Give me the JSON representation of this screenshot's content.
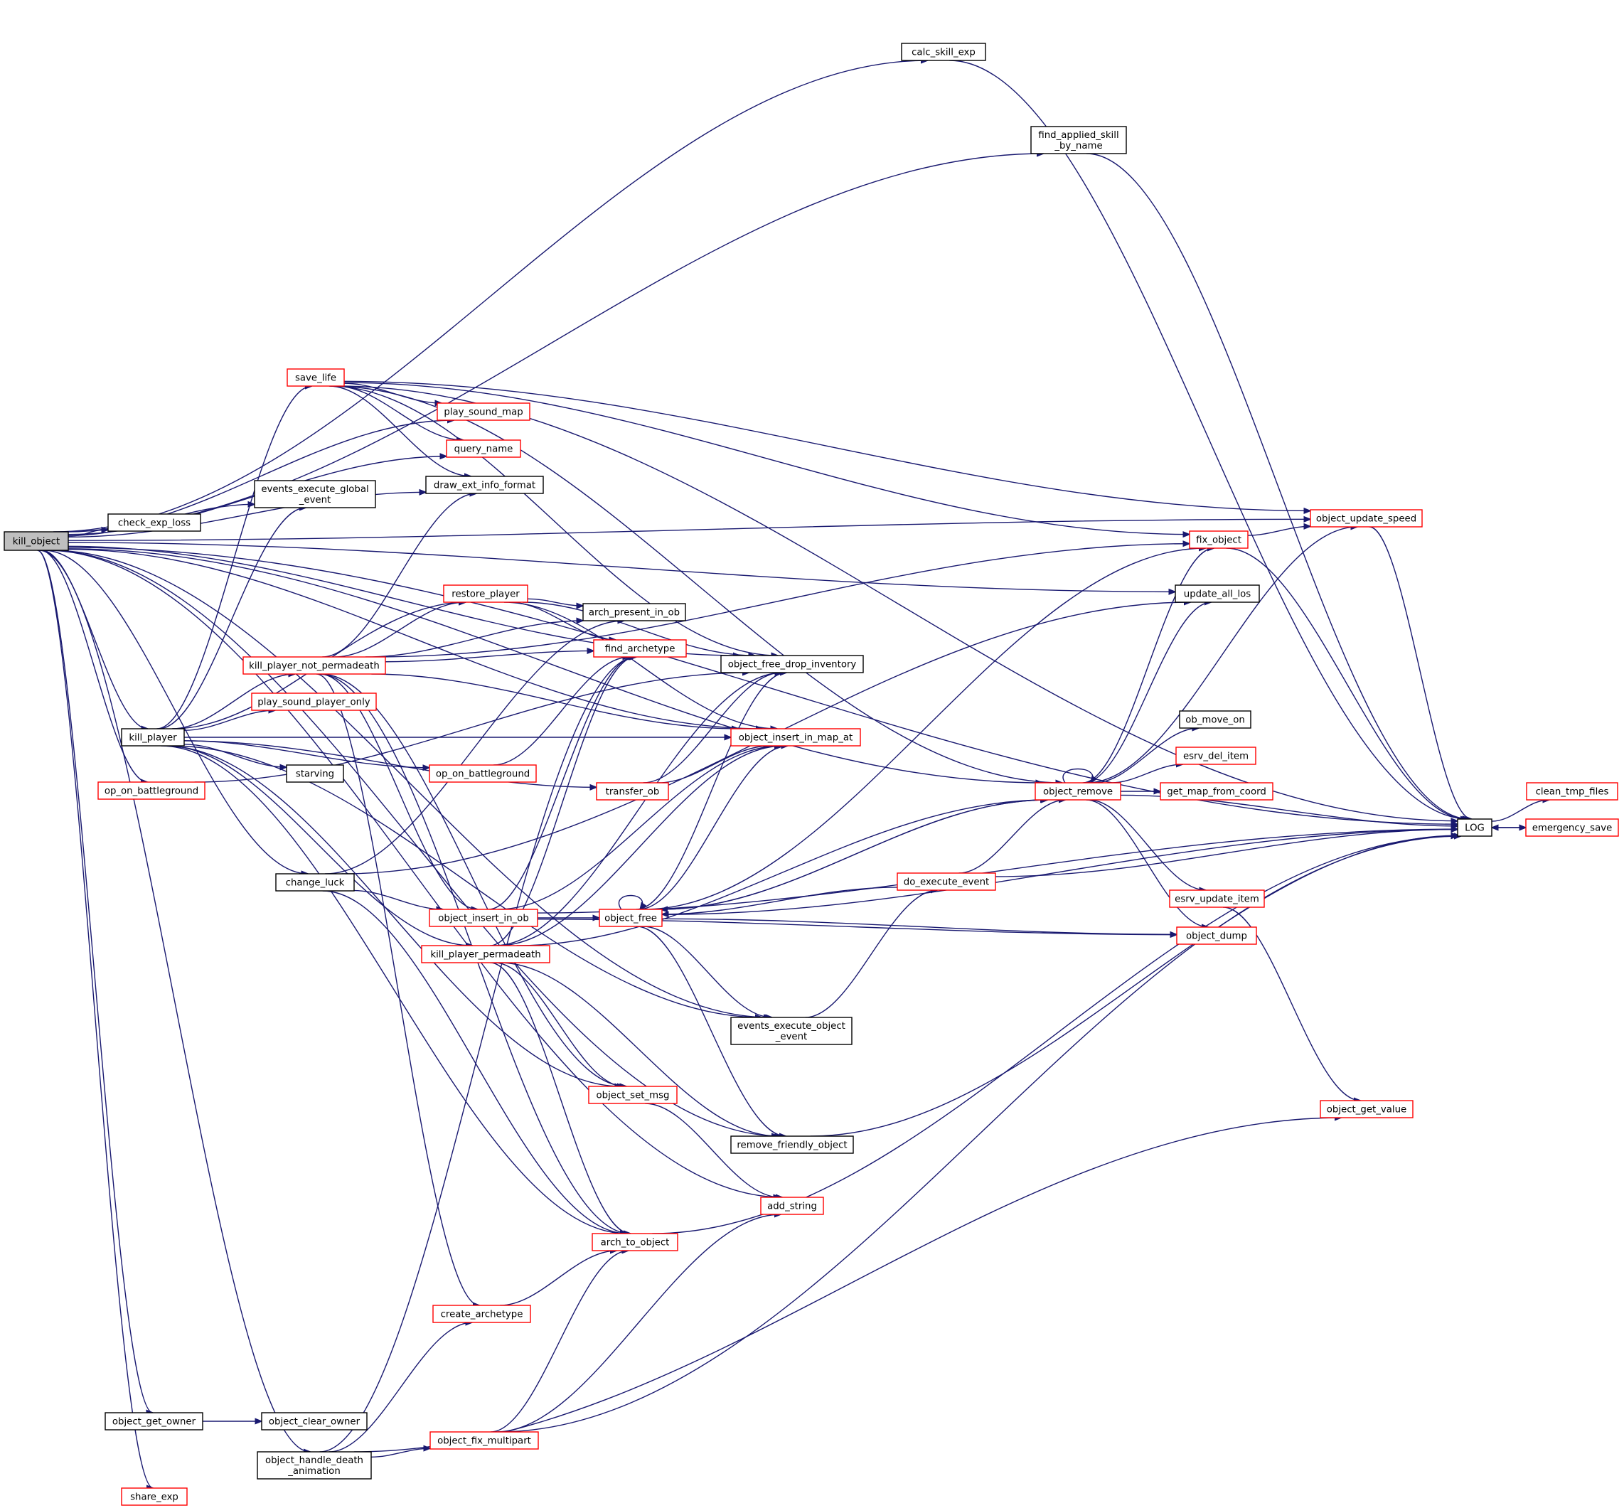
{
  "colors": {
    "edge": "#191970",
    "node_black": "#000000",
    "node_red": "#ff0000",
    "root_fill": "#bfbfbf"
  },
  "nodes": [
    {
      "id": "kill_object",
      "label": [
        "kill_object"
      ],
      "border": "black",
      "root": true
    },
    {
      "id": "calc_skill_exp",
      "label": [
        "calc_skill_exp"
      ],
      "border": "black"
    },
    {
      "id": "find_applied_skill_by_name",
      "label": [
        "find_applied_skill",
        "_by_name"
      ],
      "border": "black"
    },
    {
      "id": "save_life",
      "label": [
        "save_life"
      ],
      "border": "red"
    },
    {
      "id": "play_sound_map",
      "label": [
        "play_sound_map"
      ],
      "border": "red"
    },
    {
      "id": "query_name",
      "label": [
        "query_name"
      ],
      "border": "red"
    },
    {
      "id": "draw_ext_info_format",
      "label": [
        "draw_ext_info_format"
      ],
      "border": "black"
    },
    {
      "id": "events_execute_global_event",
      "label": [
        "events_execute_global",
        "_event"
      ],
      "border": "black"
    },
    {
      "id": "check_exp_loss",
      "label": [
        "check_exp_loss"
      ],
      "border": "black"
    },
    {
      "id": "object_update_speed",
      "label": [
        "object_update_speed"
      ],
      "border": "red"
    },
    {
      "id": "fix_object",
      "label": [
        "fix_object"
      ],
      "border": "red"
    },
    {
      "id": "update_all_los",
      "label": [
        "update_all_los"
      ],
      "border": "black"
    },
    {
      "id": "restore_player",
      "label": [
        "restore_player"
      ],
      "border": "red"
    },
    {
      "id": "arch_present_in_ob",
      "label": [
        "arch_present_in_ob"
      ],
      "border": "black"
    },
    {
      "id": "find_archetype",
      "label": [
        "find_archetype"
      ],
      "border": "red"
    },
    {
      "id": "object_free_drop_inventory",
      "label": [
        "object_free_drop_inventory"
      ],
      "border": "black"
    },
    {
      "id": "kill_player_not_permadeath",
      "label": [
        "kill_player_not_permadeath"
      ],
      "border": "red"
    },
    {
      "id": "play_sound_player_only",
      "label": [
        "play_sound_player_only"
      ],
      "border": "red"
    },
    {
      "id": "kill_player",
      "label": [
        "kill_player"
      ],
      "border": "black"
    },
    {
      "id": "starving",
      "label": [
        "starving"
      ],
      "border": "black"
    },
    {
      "id": "op_on_battleground_2",
      "label": [
        "op_on_battleground"
      ],
      "border": "red"
    },
    {
      "id": "op_on_battleground_1",
      "label": [
        "op_on_battleground"
      ],
      "border": "red"
    },
    {
      "id": "object_insert_in_map_at",
      "label": [
        "object_insert_in_map_at"
      ],
      "border": "red"
    },
    {
      "id": "ob_move_on",
      "label": [
        "ob_move_on"
      ],
      "border": "black"
    },
    {
      "id": "esrv_del_item",
      "label": [
        "esrv_del_item"
      ],
      "border": "red"
    },
    {
      "id": "transfer_ob",
      "label": [
        "transfer_ob"
      ],
      "border": "red"
    },
    {
      "id": "object_remove",
      "label": [
        "object_remove"
      ],
      "border": "red"
    },
    {
      "id": "get_map_from_coord",
      "label": [
        "get_map_from_coord"
      ],
      "border": "red"
    },
    {
      "id": "clean_tmp_files",
      "label": [
        "clean_tmp_files"
      ],
      "border": "red"
    },
    {
      "id": "LOG",
      "label": [
        "LOG"
      ],
      "border": "black"
    },
    {
      "id": "emergency_save",
      "label": [
        "emergency_save"
      ],
      "border": "red"
    },
    {
      "id": "change_luck",
      "label": [
        "change_luck"
      ],
      "border": "black"
    },
    {
      "id": "do_execute_event",
      "label": [
        "do_execute_event"
      ],
      "border": "red"
    },
    {
      "id": "esrv_update_item",
      "label": [
        "esrv_update_item"
      ],
      "border": "red"
    },
    {
      "id": "object_insert_in_ob",
      "label": [
        "object_insert_in_ob"
      ],
      "border": "red"
    },
    {
      "id": "object_free",
      "label": [
        "object_free"
      ],
      "border": "red"
    },
    {
      "id": "kill_player_permadeath",
      "label": [
        "kill_player_permadeath"
      ],
      "border": "red"
    },
    {
      "id": "object_dump",
      "label": [
        "object_dump"
      ],
      "border": "red"
    },
    {
      "id": "events_execute_object_event",
      "label": [
        "events_execute_object",
        "_event"
      ],
      "border": "black"
    },
    {
      "id": "object_set_msg",
      "label": [
        "object_set_msg"
      ],
      "border": "red"
    },
    {
      "id": "object_get_value",
      "label": [
        "object_get_value"
      ],
      "border": "red"
    },
    {
      "id": "remove_friendly_object",
      "label": [
        "remove_friendly_object"
      ],
      "border": "black"
    },
    {
      "id": "add_string",
      "label": [
        "add_string"
      ],
      "border": "red"
    },
    {
      "id": "arch_to_object",
      "label": [
        "arch_to_object"
      ],
      "border": "red"
    },
    {
      "id": "create_archetype",
      "label": [
        "create_archetype"
      ],
      "border": "red"
    },
    {
      "id": "object_get_owner",
      "label": [
        "object_get_owner"
      ],
      "border": "black"
    },
    {
      "id": "object_clear_owner",
      "label": [
        "object_clear_owner"
      ],
      "border": "black"
    },
    {
      "id": "object_fix_multipart",
      "label": [
        "object_fix_multipart"
      ],
      "border": "red"
    },
    {
      "id": "object_handle_death_animation",
      "label": [
        "object_handle_death",
        "_animation"
      ],
      "border": "black"
    },
    {
      "id": "share_exp",
      "label": [
        "share_exp"
      ],
      "border": "red"
    }
  ],
  "edges": [
    [
      "kill_object",
      "calc_skill_exp"
    ],
    [
      "kill_object",
      "LOG"
    ],
    [
      "kill_object",
      "find_applied_skill_by_name"
    ],
    [
      "kill_object",
      "object_update_speed"
    ],
    [
      "kill_object",
      "object_free_drop_inventory"
    ],
    [
      "kill_object",
      "update_all_los"
    ],
    [
      "kill_object",
      "play_sound_map"
    ],
    [
      "kill_object",
      "draw_ext_info_format"
    ],
    [
      "kill_object",
      "events_execute_global_event"
    ],
    [
      "kill_object",
      "check_exp_loss"
    ],
    [
      "kill_object",
      "object_insert_in_map_at"
    ],
    [
      "kill_object",
      "kill_player"
    ],
    [
      "kill_object",
      "op_on_battleground_1"
    ],
    [
      "kill_object",
      "change_luck"
    ],
    [
      "kill_object",
      "object_remove"
    ],
    [
      "kill_object",
      "remove_friendly_object"
    ],
    [
      "kill_object",
      "object_get_owner"
    ],
    [
      "kill_object",
      "object_handle_death_animation"
    ],
    [
      "kill_object",
      "share_exp"
    ],
    [
      "kill_object",
      "add_string"
    ],
    [
      "kill_object",
      "events_execute_object_event"
    ],
    [
      "kill_object",
      "query_name"
    ],
    [
      "calc_skill_exp",
      "LOG"
    ],
    [
      "find_applied_skill_by_name",
      "LOG"
    ],
    [
      "save_life",
      "play_sound_map"
    ],
    [
      "save_life",
      "query_name"
    ],
    [
      "save_life",
      "draw_ext_info_format"
    ],
    [
      "save_life",
      "fix_object"
    ],
    [
      "save_life",
      "object_update_speed"
    ],
    [
      "save_life",
      "object_free_drop_inventory"
    ],
    [
      "save_life",
      "object_remove"
    ],
    [
      "save_life",
      "LOG"
    ],
    [
      "kill_player",
      "save_life"
    ],
    [
      "kill_player",
      "events_execute_global_event"
    ],
    [
      "kill_player",
      "restore_player"
    ],
    [
      "kill_player",
      "kill_player_not_permadeath"
    ],
    [
      "kill_player",
      "play_sound_player_only"
    ],
    [
      "kill_player",
      "starving"
    ],
    [
      "kill_player",
      "op_on_battleground_2"
    ],
    [
      "kill_player",
      "transfer_ob"
    ],
    [
      "kill_player",
      "kill_player_permadeath"
    ],
    [
      "kill_player",
      "object_set_msg"
    ],
    [
      "kill_player",
      "arch_to_object"
    ],
    [
      "kill_player",
      "object_insert_in_map_at"
    ],
    [
      "kill_player",
      "events_execute_object_event"
    ],
    [
      "restore_player",
      "arch_present_in_ob"
    ],
    [
      "restore_player",
      "find_archetype"
    ],
    [
      "restore_player",
      "object_free_drop_inventory"
    ],
    [
      "restore_player",
      "object_insert_in_map_at"
    ],
    [
      "kill_player_not_permadeath",
      "restore_player"
    ],
    [
      "kill_player_not_permadeath",
      "draw_ext_info_format"
    ],
    [
      "kill_player_not_permadeath",
      "arch_present_in_ob"
    ],
    [
      "kill_player_not_permadeath",
      "find_archetype"
    ],
    [
      "kill_player_not_permadeath",
      "object_insert_in_ob"
    ],
    [
      "kill_player_not_permadeath",
      "object_set_msg"
    ],
    [
      "kill_player_not_permadeath",
      "arch_to_object"
    ],
    [
      "kill_player_not_permadeath",
      "create_archetype"
    ],
    [
      "kill_player_not_permadeath",
      "fix_object"
    ],
    [
      "kill_player_not_permadeath",
      "object_insert_in_map_at"
    ],
    [
      "op_on_battleground_2",
      "find_archetype"
    ],
    [
      "op_on_battleground_1",
      "object_free_drop_inventory"
    ],
    [
      "change_luck",
      "arch_present_in_ob"
    ],
    [
      "change_luck",
      "object_insert_in_ob"
    ],
    [
      "change_luck",
      "arch_to_object"
    ],
    [
      "change_luck",
      "update_all_los"
    ],
    [
      "transfer_ob",
      "object_insert_in_map_at"
    ],
    [
      "transfer_ob",
      "object_free_drop_inventory"
    ],
    [
      "object_insert_in_ob",
      "object_free"
    ],
    [
      "object_insert_in_ob",
      "find_archetype"
    ],
    [
      "object_insert_in_ob",
      "object_insert_in_map_at"
    ],
    [
      "object_insert_in_ob",
      "object_dump"
    ],
    [
      "object_insert_in_ob",
      "LOG"
    ],
    [
      "kill_player_permadeath",
      "find_archetype"
    ],
    [
      "kill_player_permadeath",
      "object_free_drop_inventory"
    ],
    [
      "kill_player_permadeath",
      "object_insert_in_map_at"
    ],
    [
      "kill_player_permadeath",
      "object_set_msg"
    ],
    [
      "kill_player_permadeath",
      "arch_to_object"
    ],
    [
      "kill_player_permadeath",
      "remove_friendly_object"
    ],
    [
      "kill_player_permadeath",
      "object_remove"
    ],
    [
      "object_free",
      "object_free"
    ],
    [
      "object_free",
      "object_remove"
    ],
    [
      "object_free",
      "object_dump"
    ],
    [
      "object_free",
      "LOG"
    ],
    [
      "object_free",
      "events_execute_object_event"
    ],
    [
      "object_free",
      "remove_friendly_object"
    ],
    [
      "object_free",
      "object_free_drop_inventory"
    ],
    [
      "object_free",
      "object_insert_in_map_at"
    ],
    [
      "object_free",
      "fix_object"
    ],
    [
      "object_remove",
      "object_remove"
    ],
    [
      "object_remove",
      "fix_object"
    ],
    [
      "object_remove",
      "update_all_los"
    ],
    [
      "object_remove",
      "ob_move_on"
    ],
    [
      "object_remove",
      "esrv_del_item"
    ],
    [
      "object_remove",
      "get_map_from_coord"
    ],
    [
      "object_remove",
      "LOG"
    ],
    [
      "object_remove",
      "esrv_update_item"
    ],
    [
      "object_remove",
      "object_dump"
    ],
    [
      "object_remove",
      "object_free"
    ],
    [
      "object_remove",
      "object_update_speed"
    ],
    [
      "fix_object",
      "object_update_speed"
    ],
    [
      "fix_object",
      "LOG"
    ],
    [
      "object_update_speed",
      "LOG"
    ],
    [
      "LOG",
      "clean_tmp_files"
    ],
    [
      "LOG",
      "emergency_save"
    ],
    [
      "emergency_save",
      "LOG"
    ],
    [
      "do_execute_event",
      "object_remove"
    ],
    [
      "do_execute_event",
      "object_free"
    ],
    [
      "do_execute_event",
      "LOG"
    ],
    [
      "events_execute_object_event",
      "do_execute_event"
    ],
    [
      "esrv_update_item",
      "object_get_value"
    ],
    [
      "object_set_msg",
      "add_string"
    ],
    [
      "remove_friendly_object",
      "LOG"
    ],
    [
      "arch_to_object",
      "LOG"
    ],
    [
      "create_archetype",
      "arch_to_object"
    ],
    [
      "object_get_owner",
      "object_clear_owner"
    ],
    [
      "object_handle_death_animation",
      "create_archetype"
    ],
    [
      "object_handle_death_animation",
      "object_fix_multipart"
    ],
    [
      "object_handle_death_animation",
      "object_get_value"
    ],
    [
      "object_handle_death_animation",
      "find_archetype"
    ],
    [
      "object_fix_multipart",
      "arch_to_object"
    ],
    [
      "object_fix_multipart",
      "add_string"
    ],
    [
      "object_fix_multipart",
      "LOG"
    ]
  ]
}
